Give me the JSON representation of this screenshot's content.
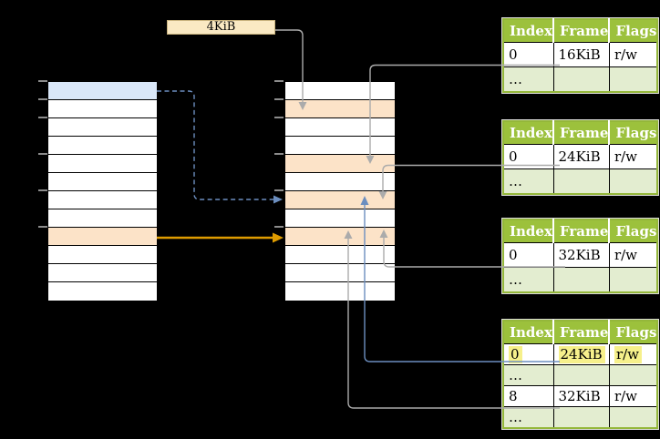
{
  "size_label": "4KiB",
  "colors": {
    "background": "#000000",
    "row_blue": "#D9E7F8",
    "row_orange": "#FCE3C8",
    "label_box_fill": "#FAE9C3",
    "table_header_green": "#9CC13C",
    "table_row_green": "#E3EDD0",
    "table_border_green": "#94B73A",
    "highlight_yellow": "#F6F08B",
    "arrow_gray": "#ABABAB",
    "arrow_blue": "#6C8EBF",
    "arrow_orange": "#DE9B00"
  },
  "left_column": {
    "rows": [
      "blue",
      "white",
      "white",
      "white",
      "white",
      "white",
      "white",
      "white",
      "orange",
      "white",
      "white",
      "white"
    ]
  },
  "middle_column": {
    "rows": [
      "white",
      "orange",
      "white",
      "white",
      "orange",
      "white",
      "orange",
      "white",
      "orange",
      "white",
      "white",
      "white"
    ]
  },
  "tables": [
    {
      "headers": [
        "Index",
        "Frame",
        "Flags"
      ],
      "rows": [
        {
          "cells": [
            "0",
            "16KiB",
            "r/w"
          ],
          "shade": false,
          "highlight": false
        },
        {
          "cells": [
            "…",
            "",
            ""
          ],
          "shade": true,
          "highlight": false
        }
      ]
    },
    {
      "headers": [
        "Index",
        "Frame",
        "Flags"
      ],
      "rows": [
        {
          "cells": [
            "0",
            "24KiB",
            "r/w"
          ],
          "shade": false,
          "highlight": false
        },
        {
          "cells": [
            "…",
            "",
            ""
          ],
          "shade": true,
          "highlight": false
        }
      ]
    },
    {
      "headers": [
        "Index",
        "Frame",
        "Flags"
      ],
      "rows": [
        {
          "cells": [
            "0",
            "32KiB",
            "r/w"
          ],
          "shade": false,
          "highlight": false
        },
        {
          "cells": [
            "…",
            "",
            ""
          ],
          "shade": true,
          "highlight": false
        }
      ]
    },
    {
      "headers": [
        "Index",
        "Frame",
        "Flags"
      ],
      "rows": [
        {
          "cells": [
            "0",
            "24KiB",
            "r/w"
          ],
          "shade": false,
          "highlight": true
        },
        {
          "cells": [
            "…",
            "",
            ""
          ],
          "shade": true,
          "highlight": false
        },
        {
          "cells": [
            "8",
            "32KiB",
            "r/w"
          ],
          "shade": false,
          "highlight": false
        },
        {
          "cells": [
            "…",
            "",
            ""
          ],
          "shade": true,
          "highlight": false
        }
      ]
    }
  ]
}
